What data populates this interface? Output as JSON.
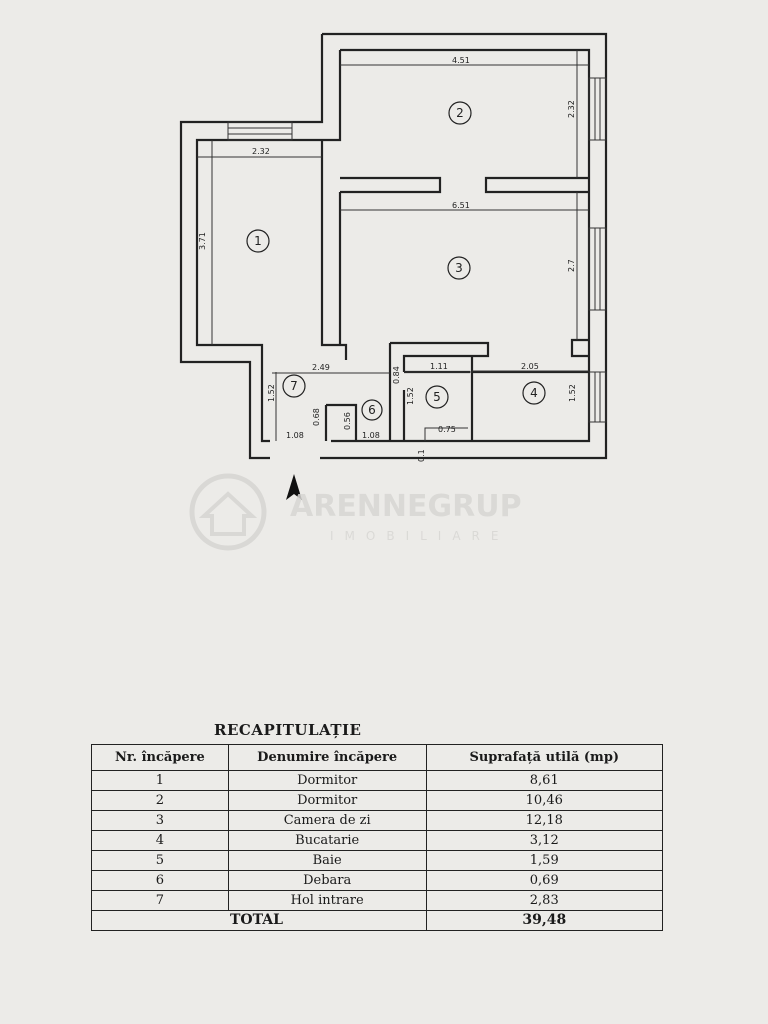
{
  "plan": {
    "dimensions": {
      "d_451": "4.51",
      "d_232_right": "2.32",
      "d_232_top": "2.32",
      "d_371": "3.71",
      "d_651": "6.51",
      "d_27": "2.7",
      "d_249": "2.49",
      "d_111": "1.11",
      "d_205": "2.05",
      "d_084": "0.84",
      "d_152_left": "1.52",
      "d_152_mid": "1.52",
      "d_152_right": "1.52",
      "d_068": "0.68",
      "d_056": "0.56",
      "d_108_a": "1.08",
      "d_108_b": "1.08",
      "d_075": "0.75",
      "d_01": "0.1"
    },
    "rooms": [
      "1",
      "2",
      "3",
      "4",
      "5",
      "6",
      "7"
    ],
    "watermark": {
      "brand": "ARENNEGRUP",
      "sub": "IMOBILIARE"
    }
  },
  "recap": {
    "title": "RECAPITULAȚIE",
    "headers": [
      "Nr. încăpere",
      "Denumire încăpere",
      "Suprafață utilă (mp)"
    ],
    "rows": [
      {
        "nr": "1",
        "name": "Dormitor",
        "area": "8,61"
      },
      {
        "nr": "2",
        "name": "Dormitor",
        "area": "10,46"
      },
      {
        "nr": "3",
        "name": "Camera de zi",
        "area": "12,18"
      },
      {
        "nr": "4",
        "name": "Bucatarie",
        "area": "3,12"
      },
      {
        "nr": "5",
        "name": "Baie",
        "area": "1,59"
      },
      {
        "nr": "6",
        "name": "Debara",
        "area": "0,69"
      },
      {
        "nr": "7",
        "name": "Hol intrare",
        "area": "2,83"
      }
    ],
    "total_label": "TOTAL",
    "total_value": "39,48"
  }
}
